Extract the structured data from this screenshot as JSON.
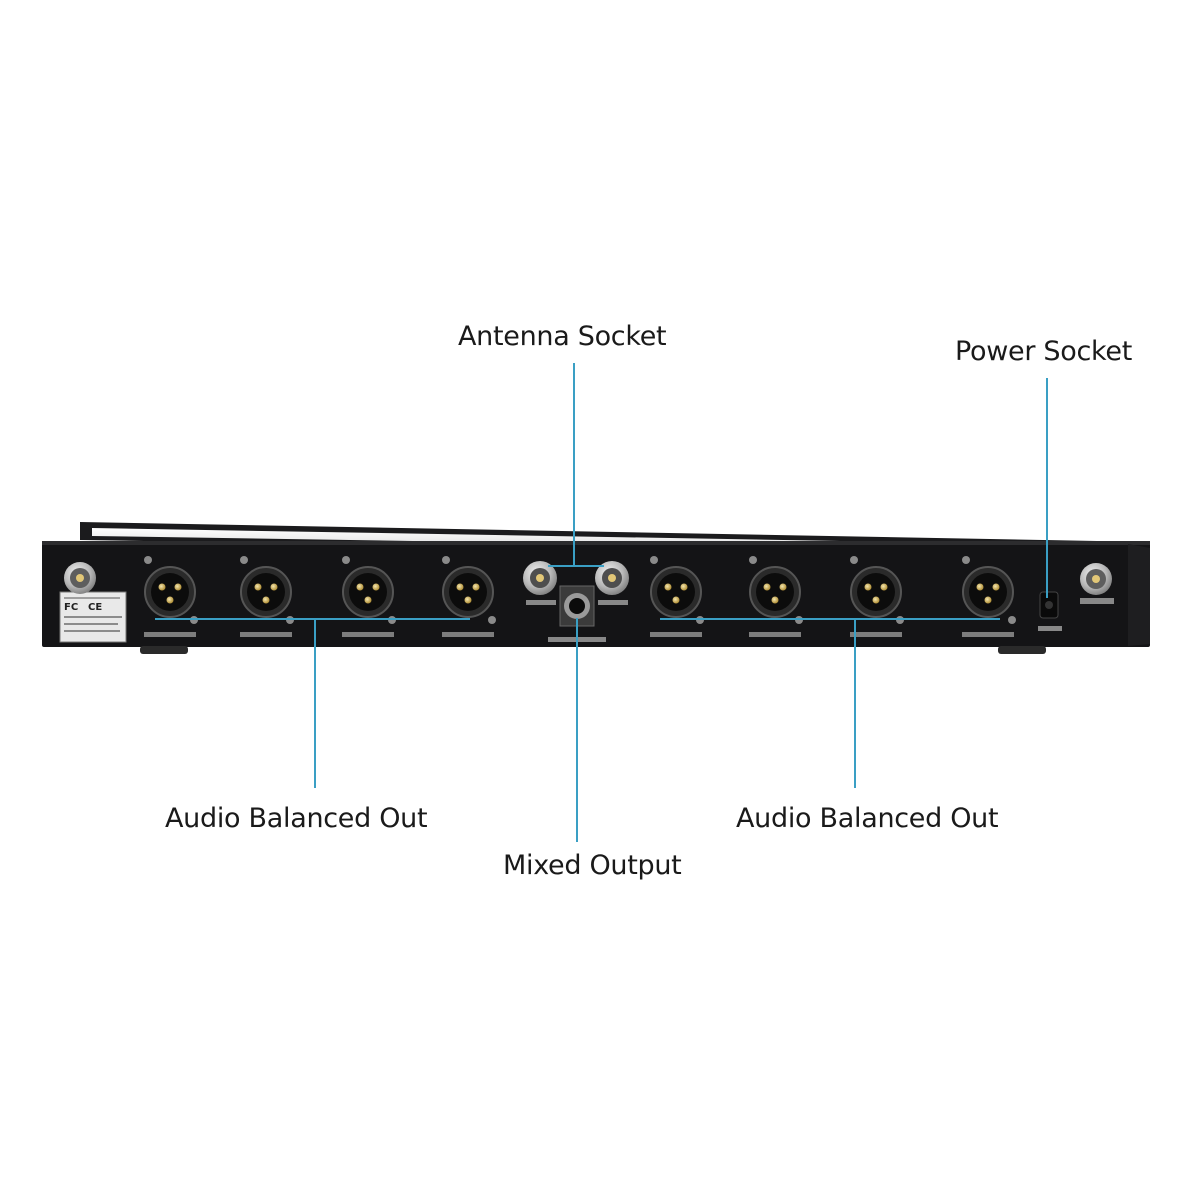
{
  "callouts": {
    "antenna_socket": "Antenna Socket",
    "power_socket": "Power Socket",
    "audio_balanced_out_left": "Audio Balanced Out",
    "audio_balanced_out_right": "Audio Balanced Out",
    "mixed_output": "Mixed Output"
  },
  "panel": {
    "xlr_outputs": 8,
    "bnc_antenna_inputs": 2,
    "antenna_pass_through": 1,
    "quarter_inch_mixed_jack": 1,
    "dc_power_jack": 1
  },
  "colors": {
    "background": "#ffffff",
    "panel": "#141416",
    "leader_line": "#3a9fc4",
    "label_text": "#1a1a1a",
    "connector_metal": "#c9c9c9"
  },
  "icons": {
    "xlr": "xlr-male-connector-icon",
    "bnc": "bnc-connector-icon",
    "jack": "quarter-inch-jack-icon",
    "dc": "dc-power-jack-icon"
  }
}
